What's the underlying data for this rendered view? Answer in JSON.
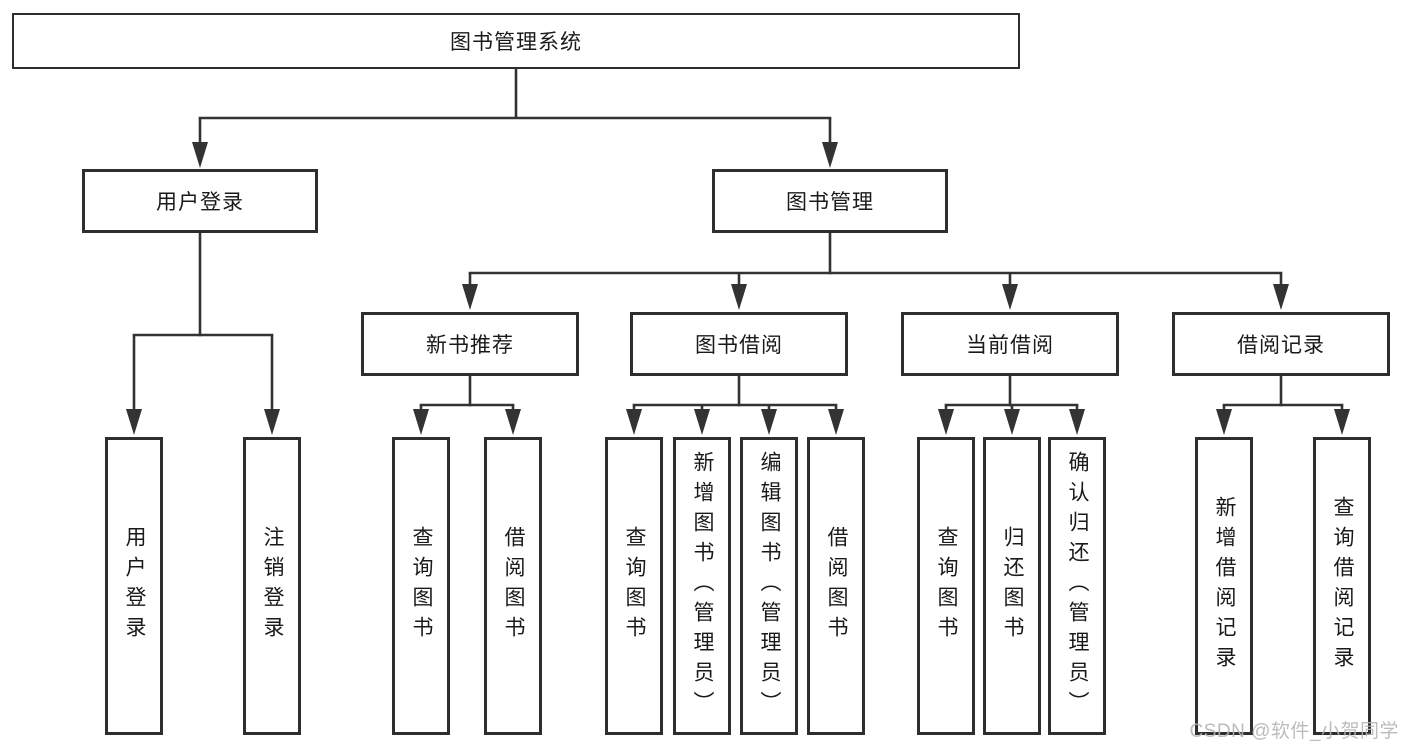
{
  "colors": {
    "line": "#333333",
    "box_border": "#2e2e2e",
    "box_fill": "#ffffff",
    "label_text": "#1a1a1a",
    "watermark_text": "#b5b5b5"
  },
  "nodes": {
    "root": {
      "label": "图书管理系统"
    },
    "user_login": {
      "label": "用户登录",
      "leaves": [
        {
          "label": "用户登录"
        },
        {
          "label": "注销登录"
        }
      ]
    },
    "book_management": {
      "label": "图书管理",
      "sections": [
        {
          "label": "新书推荐",
          "leaves": [
            {
              "label": "查询图书"
            },
            {
              "label": "借阅图书"
            }
          ]
        },
        {
          "label": "图书借阅",
          "leaves": [
            {
              "label": "查询图书"
            },
            {
              "label": "新增图书（管理员）"
            },
            {
              "label": "编辑图书（管理员）"
            },
            {
              "label": "借阅图书"
            }
          ]
        },
        {
          "label": "当前借阅",
          "leaves": [
            {
              "label": "查询图书"
            },
            {
              "label": "归还图书"
            },
            {
              "label": "确认归还（管理员）"
            }
          ]
        },
        {
          "label": "借阅记录",
          "leaves": [
            {
              "label": "新增借阅记录"
            },
            {
              "label": "查询借阅记录"
            }
          ]
        }
      ]
    }
  },
  "watermark": {
    "text": "CSDN @软件_小贺同学"
  }
}
